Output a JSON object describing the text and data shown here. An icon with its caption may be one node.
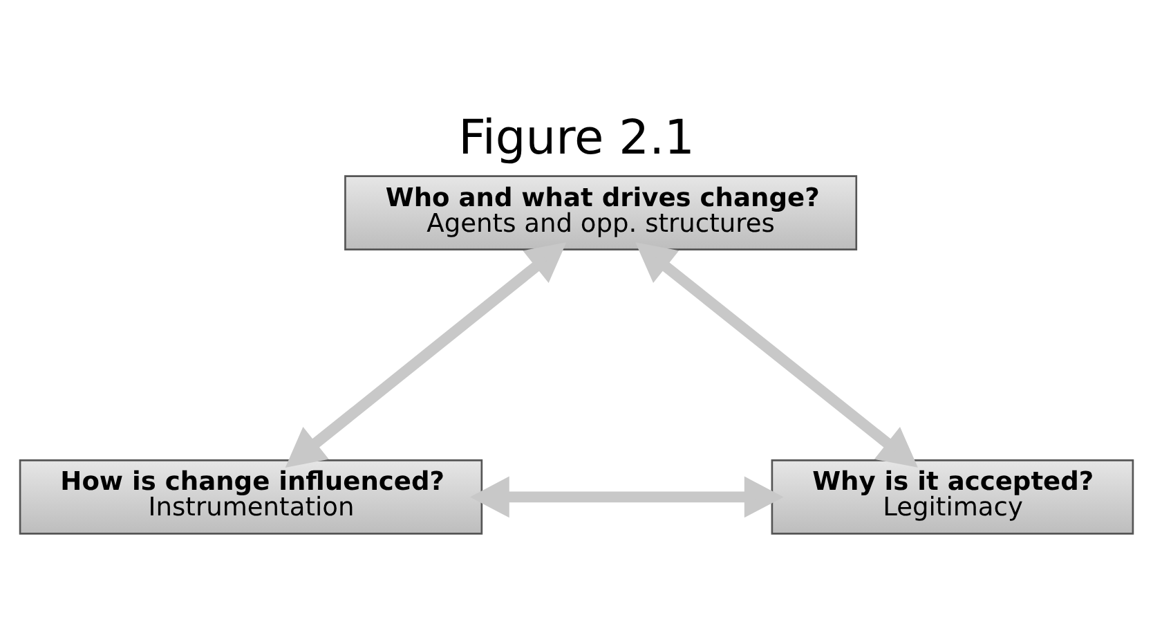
{
  "diagram": {
    "title": "Figure 2.1",
    "nodes": [
      {
        "text": [
          "Who and what drives change?",
          "Agents and opp. structures"
        ]
      },
      {
        "text": [
          "How is change influenced?",
          "Instrumentation"
        ]
      },
      {
        "text": [
          "Why is it accepted?",
          "Legitimacy"
        ]
      }
    ],
    "edges": [
      {
        "from": 0,
        "to": 1,
        "arrow": "both"
      },
      {
        "from": 0,
        "to": 2,
        "arrow": "both"
      },
      {
        "from": 1,
        "to": 2,
        "arrow": "both"
      }
    ]
  }
}
